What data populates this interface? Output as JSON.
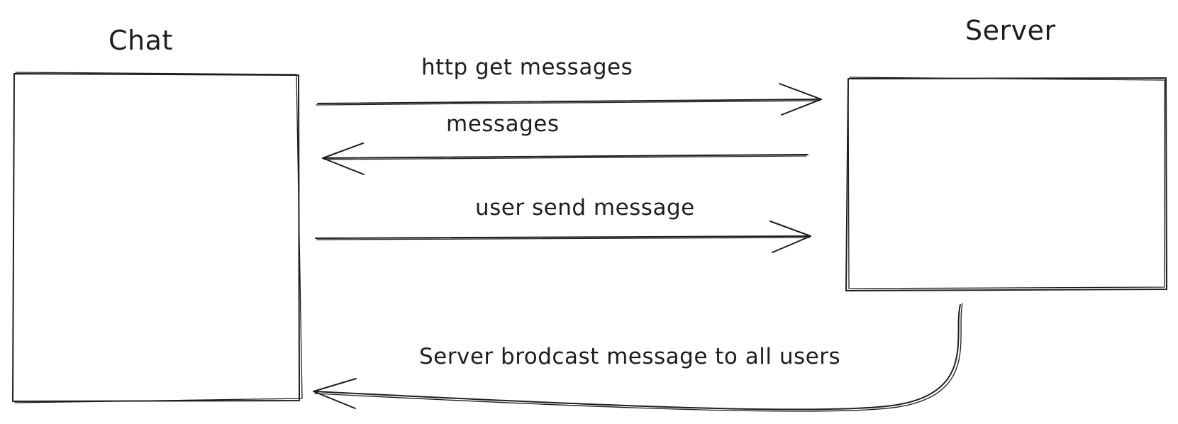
{
  "diagram": {
    "nodes": {
      "chat": {
        "label": "Chat"
      },
      "server": {
        "label": "Server"
      }
    },
    "edges": [
      {
        "from": "chat",
        "to": "server",
        "label": "http get messages"
      },
      {
        "from": "server",
        "to": "chat",
        "label": "messages"
      },
      {
        "from": "chat",
        "to": "server",
        "label": "user send message"
      },
      {
        "from": "server",
        "to": "chat",
        "label": "Server brodcast message to all users"
      }
    ],
    "stroke_color": "#1e1e1e",
    "background_color": "#ffffff"
  }
}
